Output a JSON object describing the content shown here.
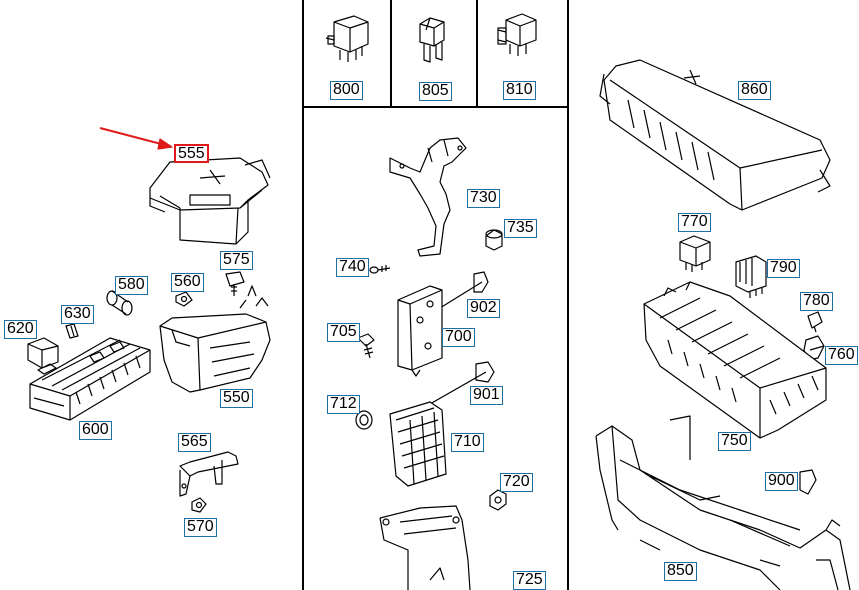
{
  "diagram": {
    "highlighted_part": "555",
    "accent_color": "#1d6fa8",
    "highlight_color": "#e0191b",
    "parts": {
      "p555": "555",
      "p575": "575",
      "p580": "580",
      "p560": "560",
      "p630": "630",
      "p620": "620",
      "p550": "550",
      "p600": "600",
      "p565": "565",
      "p570": "570",
      "p800": "800",
      "p805": "805",
      "p810": "810",
      "p730": "730",
      "p735": "735",
      "p740": "740",
      "p902": "902",
      "p705": "705",
      "p700": "700",
      "p901": "901",
      "p712": "712",
      "p710": "710",
      "p720": "720",
      "p725": "725",
      "p860": "860",
      "p770": "770",
      "p790": "790",
      "p780": "780",
      "p760": "760",
      "p750": "750",
      "p900": "900",
      "p850": "850"
    }
  }
}
